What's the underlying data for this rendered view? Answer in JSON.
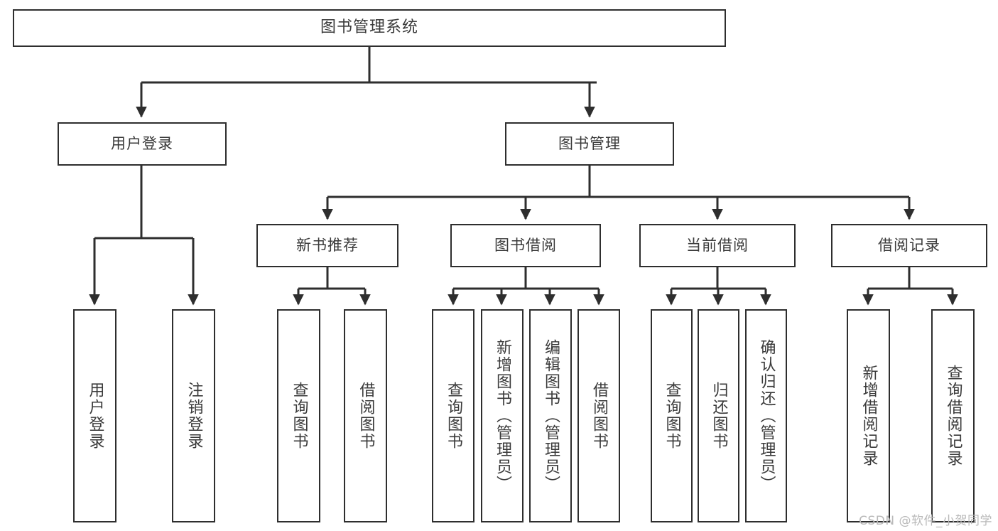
{
  "diagram": {
    "title": "图书管理系统",
    "type": "hierarchy-tree",
    "watermark": "CSDN @软件_小贺同学",
    "colors": {
      "stroke": "#2e2e2e",
      "text": "#3a3a3a",
      "background": "#ffffff",
      "watermark": "#b9b9b9"
    },
    "root": {
      "label": "图书管理系统"
    },
    "level2": [
      {
        "label": "用户登录"
      },
      {
        "label": "图书管理"
      }
    ],
    "level3": [
      {
        "label": "新书推荐"
      },
      {
        "label": "图书借阅"
      },
      {
        "label": "当前借阅"
      },
      {
        "label": "借阅记录"
      }
    ],
    "leaves": {
      "user_login": [
        {
          "label": "用户登录"
        },
        {
          "label": "注销登录"
        }
      ],
      "new_book_recommend": [
        {
          "label": "查询图书"
        },
        {
          "label": "借阅图书"
        }
      ],
      "book_borrow": [
        {
          "label": "查询图书"
        },
        {
          "label": "新增图书（管理员）"
        },
        {
          "label": "编辑图书（管理员）"
        },
        {
          "label": "借阅图书"
        }
      ],
      "current_borrow": [
        {
          "label": "查询图书"
        },
        {
          "label": "归还图书"
        },
        {
          "label": "确认归还（管理员）"
        }
      ],
      "borrow_record": [
        {
          "label": "新增借阅记录"
        },
        {
          "label": "查询借阅记录"
        }
      ]
    }
  }
}
